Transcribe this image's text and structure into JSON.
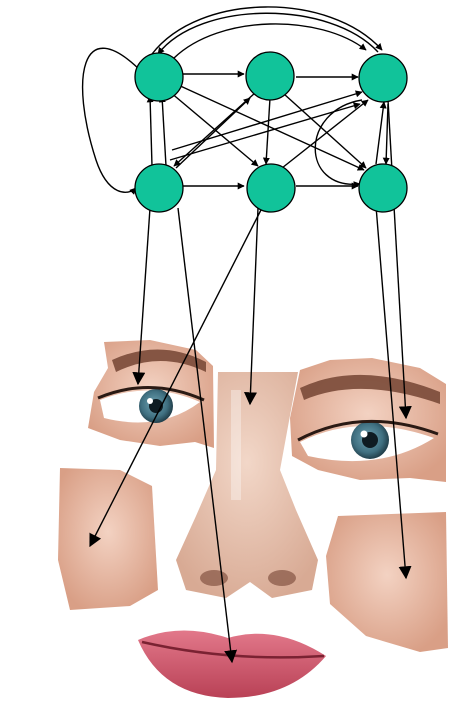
{
  "diagram": {
    "node_color": "#11c39a",
    "node_stroke": "#000000",
    "edge_color": "#000000",
    "nodes": [
      {
        "id": "n1"
      },
      {
        "id": "n2"
      },
      {
        "id": "n3"
      },
      {
        "id": "n4"
      },
      {
        "id": "n5"
      },
      {
        "id": "n6"
      }
    ],
    "edges": [
      {
        "from": "n1",
        "to": "n2"
      },
      {
        "from": "n2",
        "to": "n3"
      },
      {
        "from": "n4",
        "to": "n5"
      },
      {
        "from": "n5",
        "to": "n6"
      },
      {
        "from": "n1",
        "to": "n3"
      },
      {
        "from": "n1",
        "to": "n3"
      },
      {
        "from": "n4",
        "to": "n1"
      },
      {
        "from": "n4",
        "to": "n1"
      },
      {
        "from": "n1",
        "to": "n5"
      },
      {
        "from": "n1",
        "to": "n6"
      },
      {
        "from": "n1",
        "to": "n4"
      },
      {
        "from": "n2",
        "to": "n4"
      },
      {
        "from": "n2",
        "to": "n5"
      },
      {
        "from": "n2",
        "to": "n6"
      },
      {
        "from": "n4",
        "to": "n2"
      },
      {
        "from": "n4",
        "to": "n3"
      },
      {
        "from": "n4",
        "to": "n6"
      },
      {
        "from": "n5",
        "to": "n3"
      },
      {
        "from": "n3",
        "to": "n6"
      },
      {
        "from": "n6",
        "to": "n3"
      },
      {
        "from": "n3",
        "to": "n5"
      }
    ],
    "feature_links": [
      {
        "from": "n4",
        "to": "left-eye"
      },
      {
        "from": "n4",
        "to": "mouth"
      },
      {
        "from": "n5",
        "to": "nose"
      },
      {
        "from": "n5",
        "to": "left-cheek"
      },
      {
        "from": "n3",
        "to": "right-eye"
      },
      {
        "from": "n6",
        "to": "right-cheek"
      }
    ]
  },
  "face": {
    "skin_color": "#e7b7a0",
    "iris_color": "#4f7d8e",
    "lip_color": "#d35a6f",
    "brow_color": "#6a4030"
  }
}
